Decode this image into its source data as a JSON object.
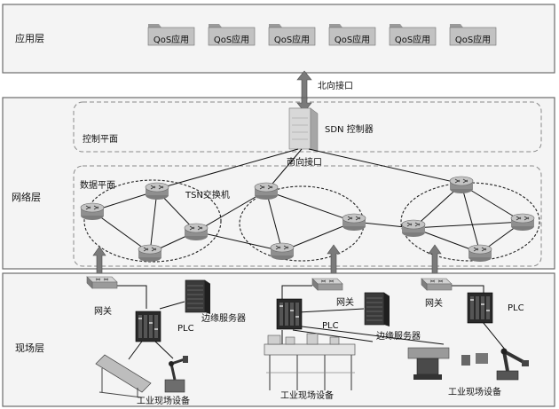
{
  "layers": {
    "application": "应用层",
    "network": "网络层",
    "field": "现场层"
  },
  "qos_apps": [
    "QoS应用",
    "QoS应用",
    "QoS应用",
    "QoS应用",
    "QoS应用",
    "QoS应用"
  ],
  "interfaces": {
    "northbound": "北向接口",
    "southbound": "南向接口"
  },
  "planes": {
    "control": "控制平面",
    "data": "数据平面"
  },
  "sdn_controller": "SDN 控制器",
  "tsn_switch": "TSN交换机",
  "field": {
    "gateway": "网关",
    "plc": "PLC",
    "edge_server": "边缘服务器",
    "industrial_equipment": "工业现场设备"
  },
  "colors": {
    "layer_fill": "#f4f4f4",
    "layer_border": "#6b6b6b",
    "icon_gray": "#9a9a9a"
  }
}
